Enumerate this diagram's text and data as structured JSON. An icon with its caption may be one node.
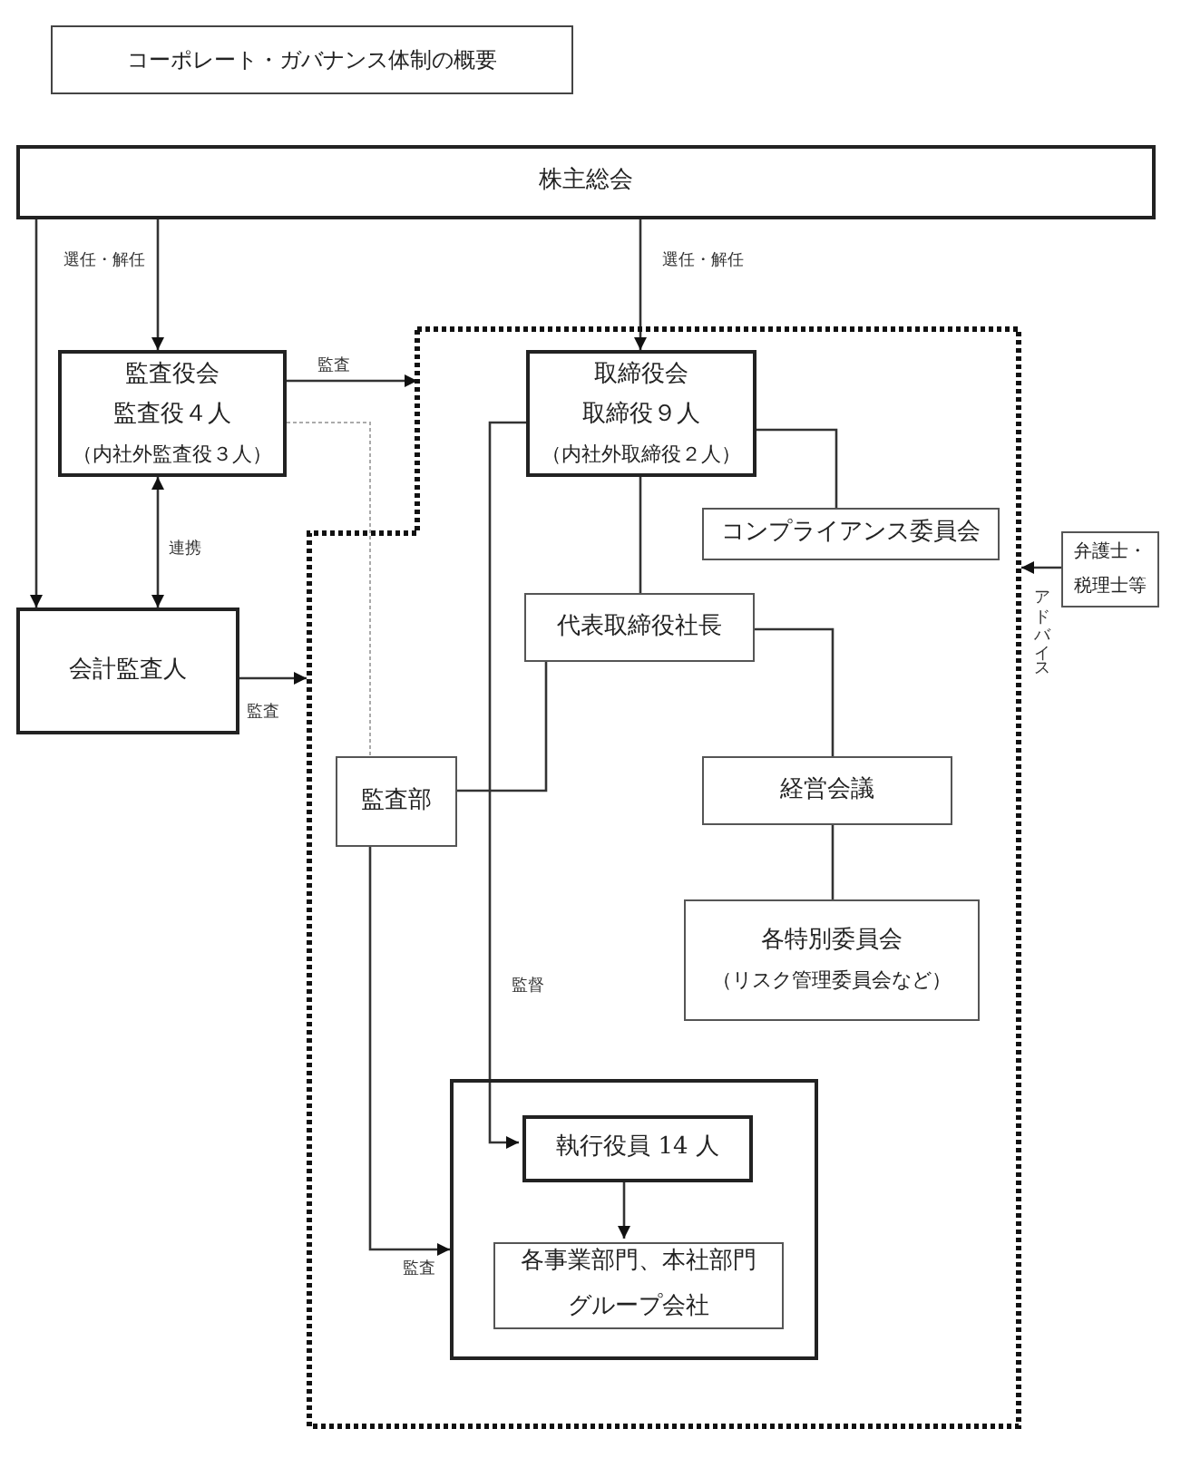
{
  "diagram": {
    "title": "コーポレート・ガバナンス体制の概要",
    "nodes": [
      {
        "text": [
          "株主総会"
        ]
      },
      {
        "text": [
          "監査役会",
          "監査役４人",
          "（内社外監査役３人）"
        ]
      },
      {
        "text": [],
        "shape": "box"
      },
      {
        "text": [
          "取締役会",
          "取締役９人",
          "（内社外取締役２人）"
        ],
        "in": 2
      },
      {
        "text": [
          "コンプライアンス委員会"
        ],
        "in": 2
      },
      {
        "text": [
          "会計監査人"
        ]
      },
      {
        "text": [
          "代表取締役社長"
        ],
        "in": 2
      },
      {
        "text": [
          "弁護士・税理士等"
        ]
      },
      {
        "text": [
          "監査部"
        ],
        "in": 2
      },
      {
        "text": [
          "経営会議"
        ],
        "in": 2
      },
      {
        "text": [
          "各特別委員会",
          "（リスク管理委員会など）"
        ],
        "in": 2
      },
      {
        "text": [],
        "shape": "box",
        "in": 2
      },
      {
        "text": [
          "執行役員 14 人"
        ],
        "in": 11
      },
      {
        "text": [
          "各事業部門、本社部門グループ会社"
        ],
        "in": 11
      }
    ],
    "edges": [
      {
        "from": 0,
        "to": 1,
        "arrow": "to",
        "label": "選任・解任"
      },
      {
        "from": 0,
        "to": 5,
        "arrow": "to"
      },
      {
        "from": 0,
        "to": 3,
        "arrow": "to",
        "label": "選任・解任"
      },
      {
        "from": 1,
        "to": 2,
        "arrow": "to",
        "label": "監査"
      },
      {
        "from": 1,
        "to": 5,
        "arrow": "both",
        "label": "連携"
      },
      {
        "from": 5,
        "to": 2,
        "arrow": "to",
        "label": "監査"
      },
      {
        "from": 1,
        "to": 8,
        "arrow": "none",
        "style": "dashed",
        "color": "#aaaaaa"
      },
      {
        "from": 3,
        "to": 4,
        "arrow": "none"
      },
      {
        "from": 3,
        "to": 6,
        "arrow": "none"
      },
      {
        "from": 3,
        "to": 12,
        "arrow": "to",
        "label": "監督"
      },
      {
        "from": 6,
        "to": 8,
        "arrow": "none"
      },
      {
        "from": 6,
        "to": 9,
        "arrow": "none"
      },
      {
        "from": 9,
        "to": 10,
        "arrow": "none"
      },
      {
        "from": 7,
        "to": 2,
        "arrow": "to",
        "label": "アドバイス"
      },
      {
        "from": 12,
        "to": 13,
        "arrow": "to"
      },
      {
        "from": 8,
        "to": 11,
        "arrow": "to",
        "label": "監査"
      }
    ]
  }
}
